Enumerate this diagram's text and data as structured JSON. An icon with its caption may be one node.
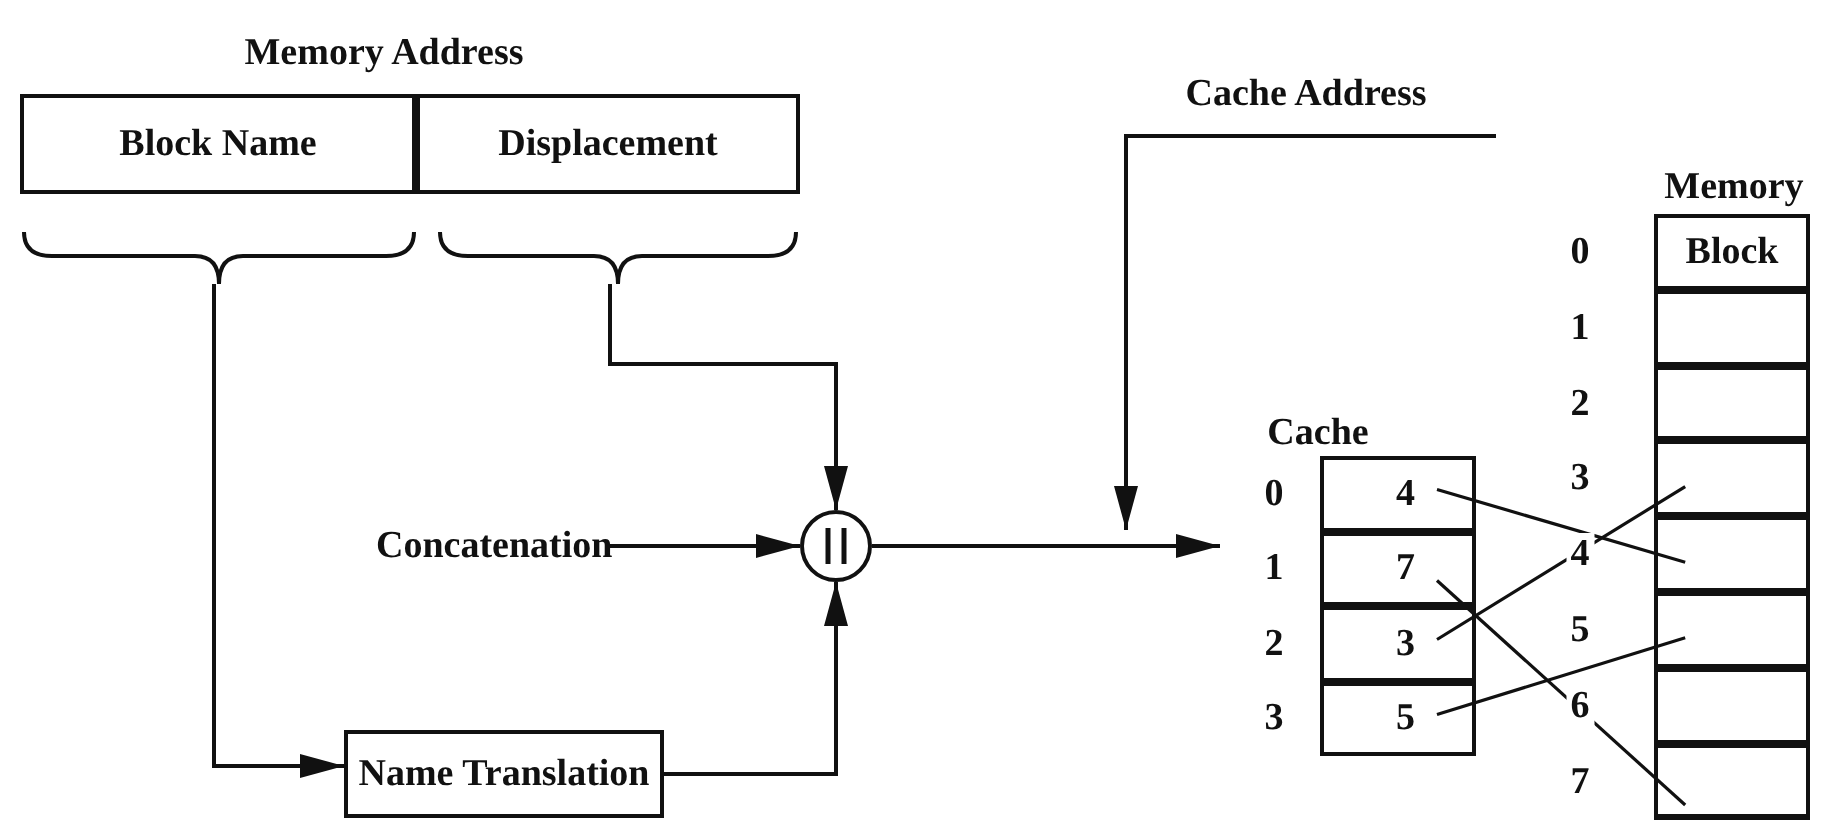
{
  "diagram": {
    "nodes": [
      {
        "text": [
          "Memory Address"
        ]
      },
      {
        "text": [
          "Block Name"
        ],
        "in": 0
      },
      {
        "text": [
          "Displacement"
        ],
        "in": 0
      },
      {
        "text": [
          "Concatenation"
        ]
      },
      {
        "text": [],
        "shape": "circle"
      },
      {
        "text": [
          "Name Translation"
        ]
      },
      {
        "text": [
          "Cache Address"
        ]
      },
      {
        "text": [
          "Cache"
        ]
      },
      {
        "text": [
          "4"
        ],
        "in": 7
      },
      {
        "text": [
          "7"
        ],
        "in": 7
      },
      {
        "text": [
          "3"
        ],
        "in": 7
      },
      {
        "text": [
          "5"
        ],
        "in": 7
      },
      {
        "text": [
          "Memory"
        ]
      },
      {
        "text": [
          "Block"
        ],
        "in": 12
      },
      {
        "text": [],
        "shape": "box",
        "in": 12
      },
      {
        "text": [],
        "shape": "box",
        "in": 12
      },
      {
        "text": [],
        "shape": "box",
        "in": 12
      },
      {
        "text": [],
        "shape": "box",
        "in": 12
      },
      {
        "text": [],
        "shape": "box",
        "in": 12
      },
      {
        "text": [],
        "shape": "box",
        "in": 12
      },
      {
        "text": [],
        "shape": "box",
        "in": 12
      }
    ],
    "edges": [
      {
        "from": 1,
        "to": 5,
        "arrow": "to"
      },
      {
        "from": 2,
        "to": 4,
        "arrow": "to"
      },
      {
        "from": 3,
        "to": 4,
        "arrow": "to"
      },
      {
        "from": 5,
        "to": 4,
        "arrow": "to"
      },
      {
        "from": 4,
        "to": 7,
        "arrow": "to"
      },
      {
        "from": 6,
        "to": null,
        "arrow": "to"
      },
      {
        "from": 8,
        "to": 17,
        "arrow": "none"
      },
      {
        "from": 9,
        "to": 20,
        "arrow": "none"
      },
      {
        "from": 10,
        "to": 16,
        "arrow": "none"
      },
      {
        "from": 11,
        "to": 18,
        "arrow": "none"
      }
    ],
    "labels": [
      "0",
      "1",
      "2",
      "3",
      "4",
      "5",
      "6",
      "7",
      "0",
      "1",
      "2",
      "3"
    ]
  }
}
